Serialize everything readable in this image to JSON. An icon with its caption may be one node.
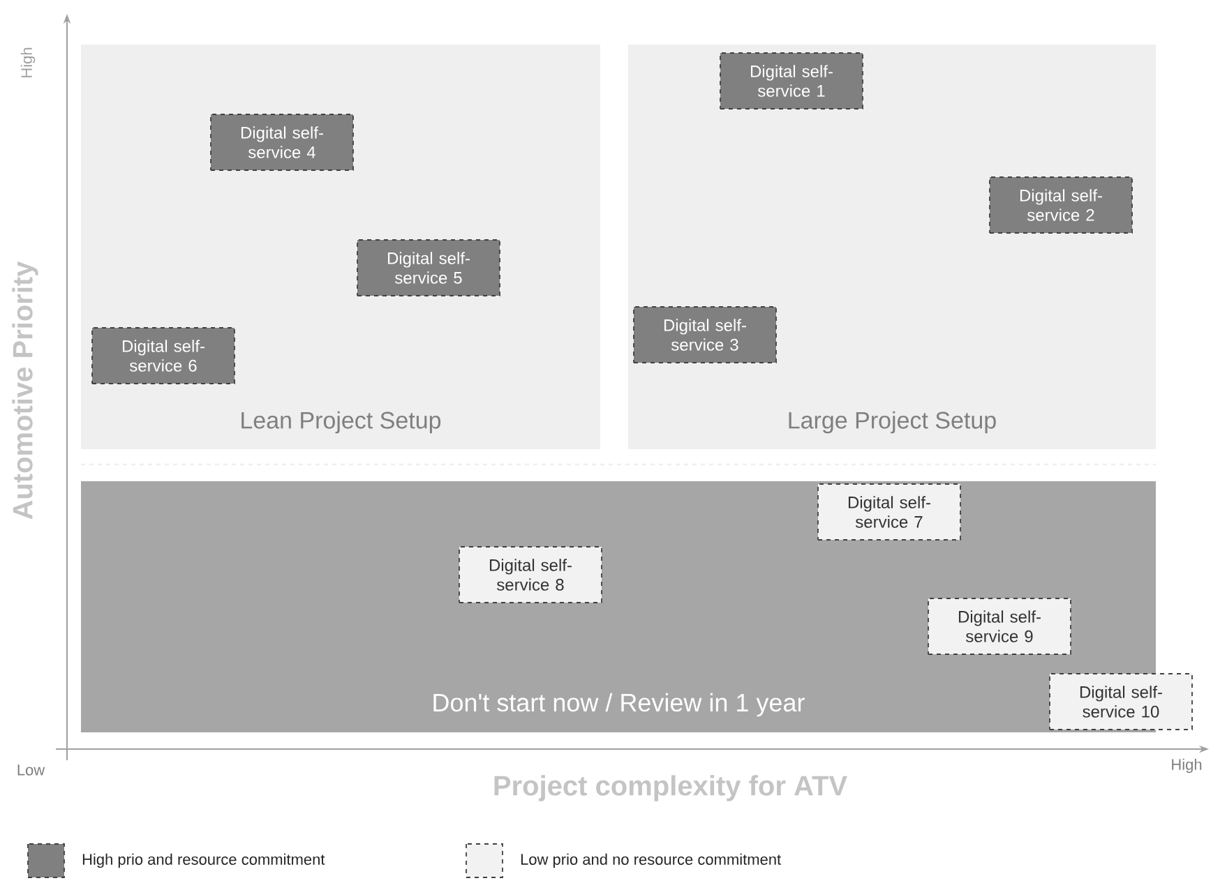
{
  "diagram": {
    "nodes": [
      {
        "text": [
          "Lean Project Setup"
        ]
      },
      {
        "text": [
          "Large Project Setup"
        ]
      },
      {
        "text": [
          "Don't start now / Review in 1 year"
        ]
      },
      {
        "text": [
          "Digital self-service 1"
        ],
        "in": 1
      },
      {
        "text": [
          "Digital self-service 2"
        ],
        "in": 1
      },
      {
        "text": [
          "Digital self-service 3"
        ],
        "in": 1
      },
      {
        "text": [
          "Digital self-service 4"
        ],
        "in": 0
      },
      {
        "text": [
          "Digital self-service 5"
        ],
        "in": 0
      },
      {
        "text": [
          "Digital self-service 6"
        ],
        "in": 0
      },
      {
        "text": [
          "Digital self-service 7"
        ],
        "in": 2
      },
      {
        "text": [
          "Digital self-service 8"
        ],
        "in": 2
      },
      {
        "text": [
          "Digital self-service 9"
        ],
        "in": 2
      },
      {
        "text": [
          "Digital self-service 10"
        ],
        "in": 2
      }
    ],
    "labels": [
      "High",
      "Automotive Priority",
      "Low",
      "Project complexity for ATV",
      "High"
    ],
    "legend": [
      {
        "text": "High prio and resource commitment",
        "color": "#808080"
      },
      {
        "text": "Low prio and no resource commitment",
        "color": "#f2f2f2"
      }
    ]
  }
}
